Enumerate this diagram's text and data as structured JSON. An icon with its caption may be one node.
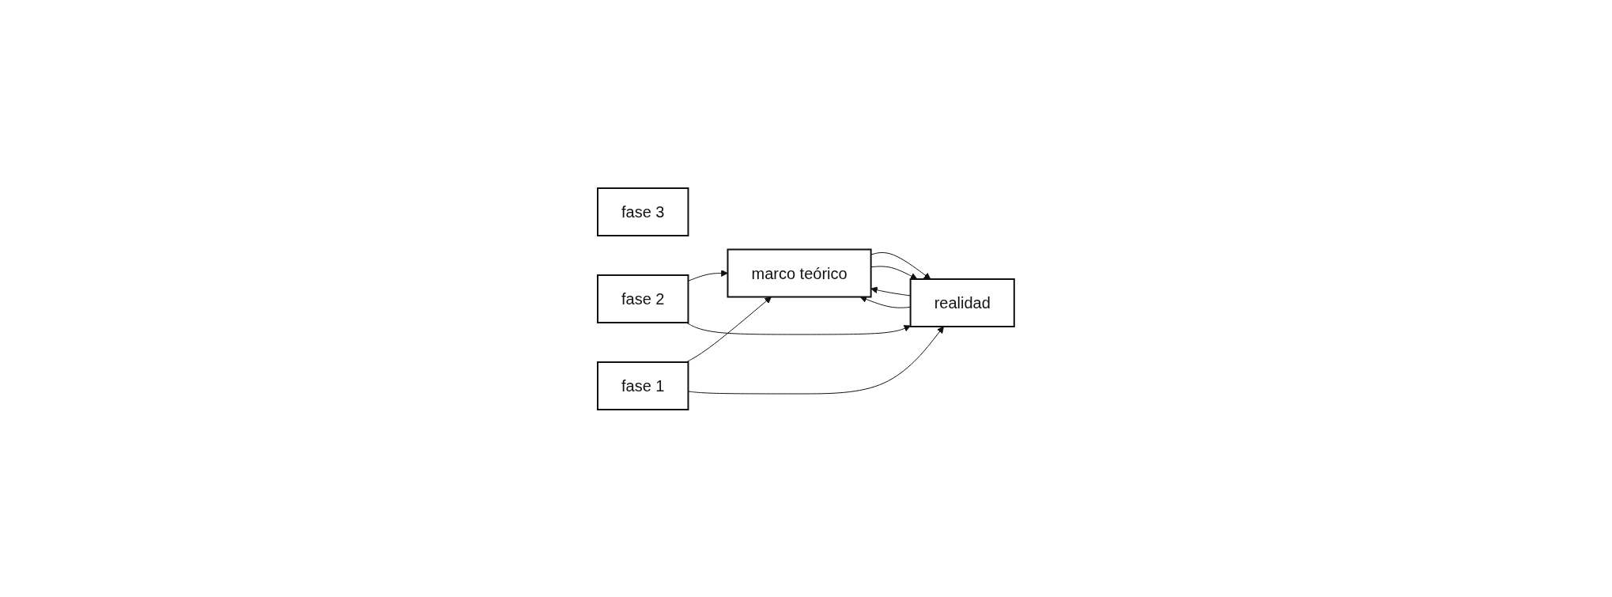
{
  "diagram": {
    "nodes": [
      {
        "text": [
          "marco teórico"
        ]
      },
      {
        "text": [
          "fase 3"
        ]
      },
      {
        "text": [
          "fase 2"
        ]
      },
      {
        "text": [
          "fase 1"
        ]
      },
      {
        "text": [
          "realidad"
        ]
      }
    ],
    "edges": [
      {
        "from": 0,
        "to": 4,
        "arrow": "to"
      },
      {
        "from": 4,
        "to": 0,
        "arrow": "to"
      },
      {
        "from": 2,
        "to": 0,
        "arrow": "to"
      },
      {
        "from": 2,
        "to": 4,
        "arrow": "to"
      },
      {
        "from": 0,
        "to": 4,
        "arrow": "to"
      },
      {
        "from": 4,
        "to": 0,
        "arrow": "to"
      },
      {
        "from": 3,
        "to": 0,
        "arrow": "to"
      },
      {
        "from": 3,
        "to": 4,
        "arrow": "to"
      }
    ]
  }
}
